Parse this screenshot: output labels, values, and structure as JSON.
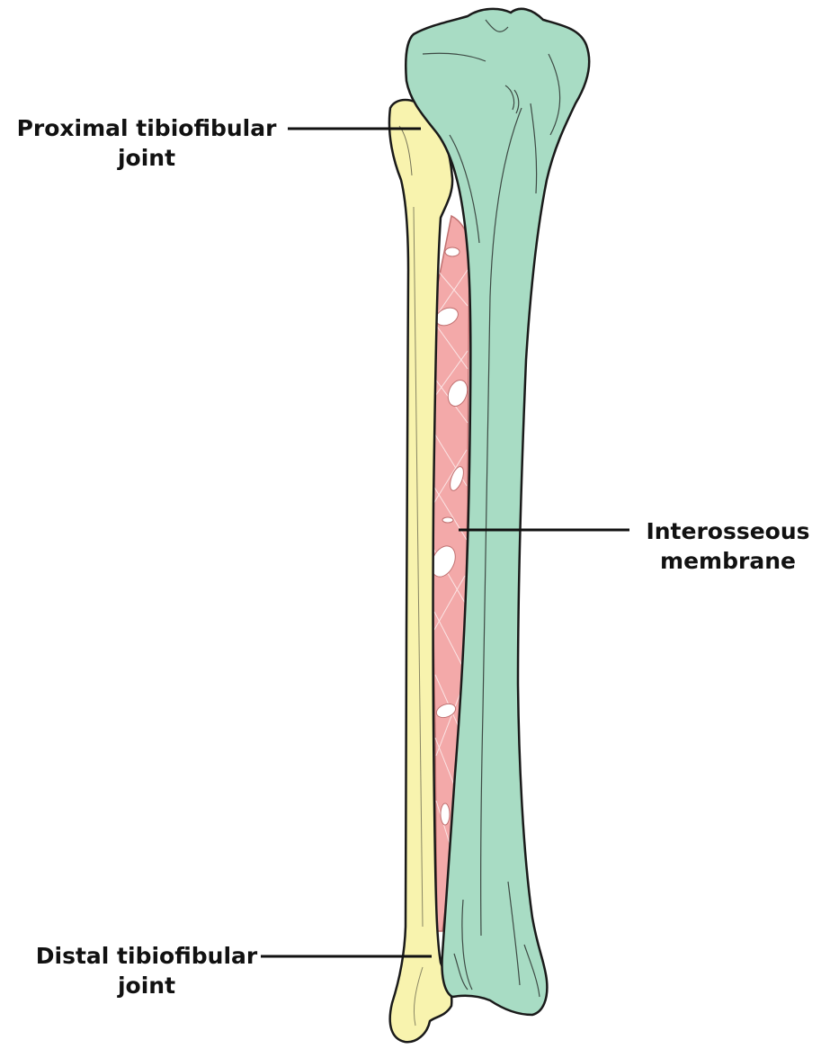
{
  "labels": {
    "proximal_line1": "Proximal tibiofibular",
    "proximal_line2": "joint",
    "interosseous_line1": "Interosseous",
    "interosseous_line2": "membrane",
    "distal_line1": "Distal tibiofibular",
    "distal_line2": "joint"
  },
  "colors": {
    "tibia": "#a8dcc4",
    "fibula": "#f8f3ae",
    "membrane": "#f3a9a9",
    "outline": "#1a1a1a",
    "label_text": "#111111",
    "leader_line": "#111111"
  }
}
